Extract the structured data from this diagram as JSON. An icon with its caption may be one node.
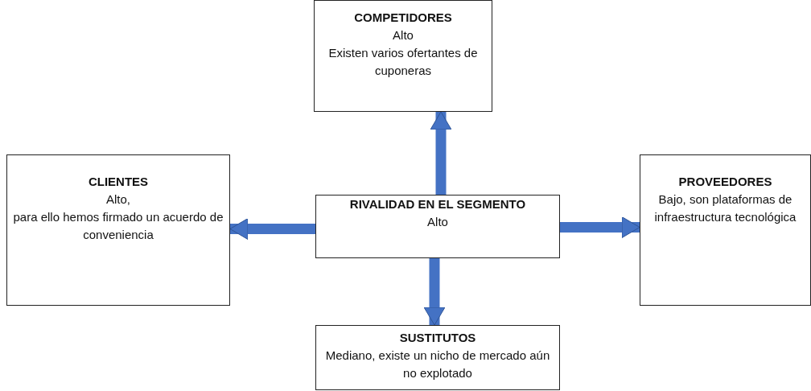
{
  "diagram": {
    "nodes": [
      {
        "text": [
          "COMPETIDORES",
          "Alto",
          "Existen varios ofertantes de cuponeras"
        ]
      },
      {
        "text": [
          "CLIENTES",
          "Alto,",
          "para ello hemos firmado un acuerdo de conveniencia"
        ]
      },
      {
        "text": [
          "RIVALIDAD EN EL SEGMENTO",
          "Alto"
        ]
      },
      {
        "text": [
          "PROVEEDORES",
          "Bajo, son plataformas de infraestructura tecnológica"
        ]
      },
      {
        "text": [
          "SUSTITUTOS",
          "Mediano, existe un nicho de mercado aún no explotado"
        ]
      }
    ],
    "edges": [
      {
        "from": 2,
        "to": 0,
        "arrow": "to"
      },
      {
        "from": 2,
        "to": 1,
        "arrow": "to"
      },
      {
        "from": 2,
        "to": 3,
        "arrow": "to"
      },
      {
        "from": 2,
        "to": 4,
        "arrow": "to"
      }
    ]
  }
}
